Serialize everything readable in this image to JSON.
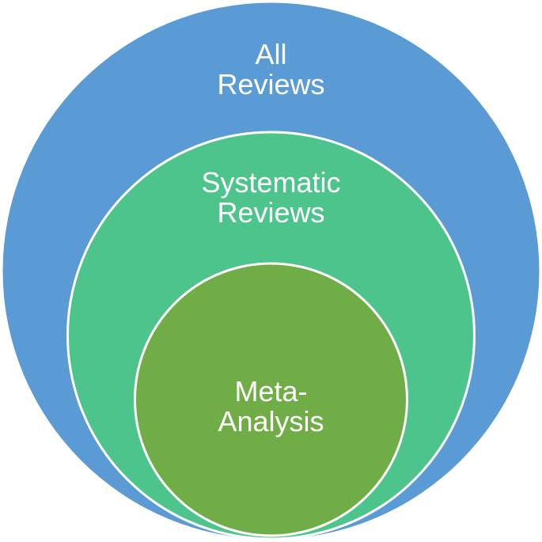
{
  "diagram": {
    "type": "nested-circles",
    "circles": [
      {
        "id": "outer",
        "lines": [
          "All",
          "Reviews"
        ],
        "fill": "#5B9BD5"
      },
      {
        "id": "middle",
        "lines": [
          "Systematic",
          "Reviews"
        ],
        "fill": "#4EC48D"
      },
      {
        "id": "inner",
        "lines": [
          "Meta-",
          "Analysis"
        ],
        "fill": "#70AD47"
      }
    ],
    "stroke": "#ffffff",
    "text_color": "#ffffff"
  }
}
